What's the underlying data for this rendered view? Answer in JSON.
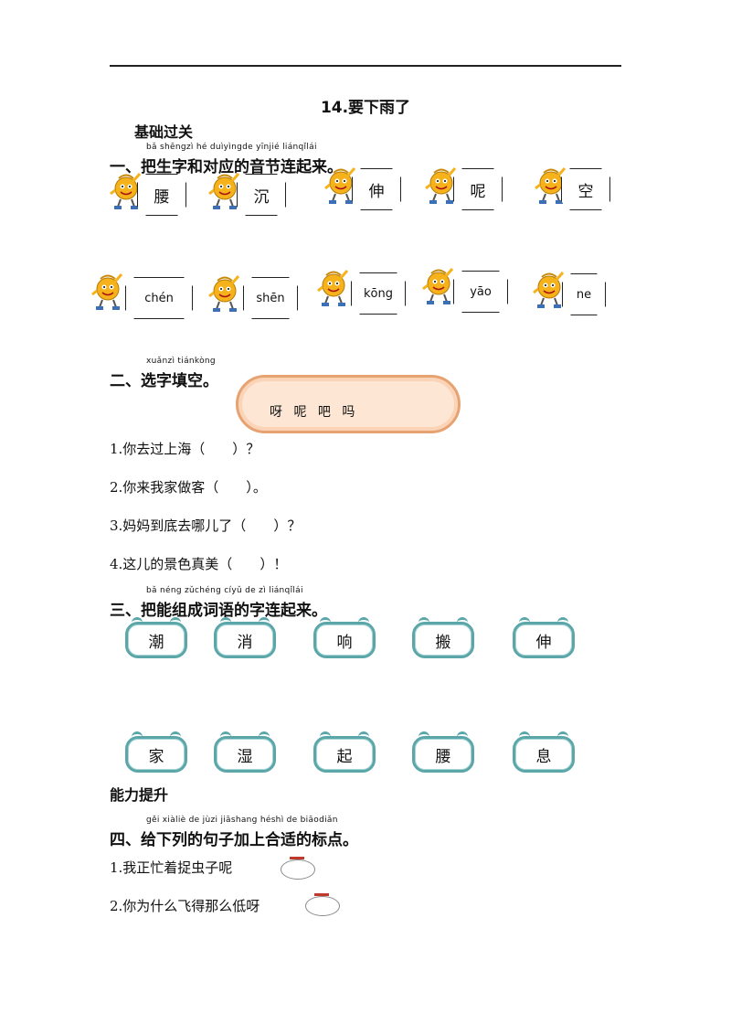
{
  "title": "14.要下雨了",
  "section_basic": "基础过关",
  "q1": {
    "pinyin": "bǎ shēngzì hé duìyìngde yīnjié liánqǐlái",
    "heading": "一、把生字和对应的音节连起来。",
    "characters": [
      "腰",
      "沉",
      "伸",
      "呢",
      "空"
    ],
    "pinyins": [
      "chén",
      "shēn",
      "kōng",
      "yāo",
      "ne"
    ]
  },
  "q2": {
    "pinyin": "xuǎnzì tiánkòng",
    "heading": "二、选字填空。",
    "words": "呀 呢 吧 吗",
    "items": [
      "1.你去过上海（　　）？",
      "2.你来我家做客（　　）。",
      "3.妈妈到底去哪儿了（　　）？",
      "4.这儿的景色真美（　　）！"
    ]
  },
  "q3": {
    "pinyin": "bǎ néng zǔchéng cíyǔ de zì liánqǐlái",
    "heading": "三、把能组成词语的字连起来。",
    "top": [
      "潮",
      "消",
      "响",
      "搬",
      "伸"
    ],
    "bottom": [
      "家",
      "湿",
      "起",
      "腰",
      "息"
    ]
  },
  "section_advanced": "能力提升",
  "q4": {
    "pinyin": "gěi xiàliè de jùzi jiāshang héshì de biāodiǎn",
    "heading": "四、给下列的句子加上合适的标点。",
    "items": [
      "1.我正忙着捉虫子呢",
      "2.你为什么飞得那么低呀"
    ]
  },
  "colors": {
    "scroll": "#5aa6a8",
    "cloud_fill": "#fde6d4",
    "cloud_border": "#e7a271",
    "mascot": "#f5b21b"
  }
}
